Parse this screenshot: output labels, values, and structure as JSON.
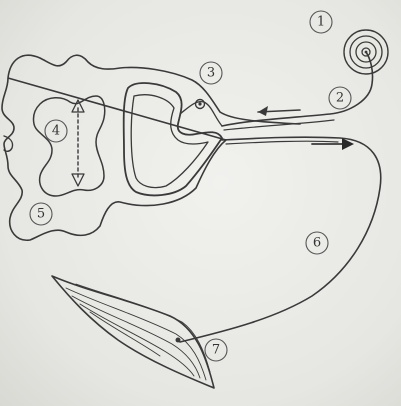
{
  "labels": {
    "receptor": "1",
    "sensory_neuron": "2",
    "interneuron": "3",
    "white_matter_marker": "4",
    "grey_matter": "5",
    "motor_neuron": "6",
    "effector_muscle": "7"
  },
  "colors": {
    "ink": "#3a3a3a",
    "paper": "#ecece8"
  },
  "icons": {
    "receptor": "concentric-circles-icon",
    "direction": "arrow-icon"
  }
}
